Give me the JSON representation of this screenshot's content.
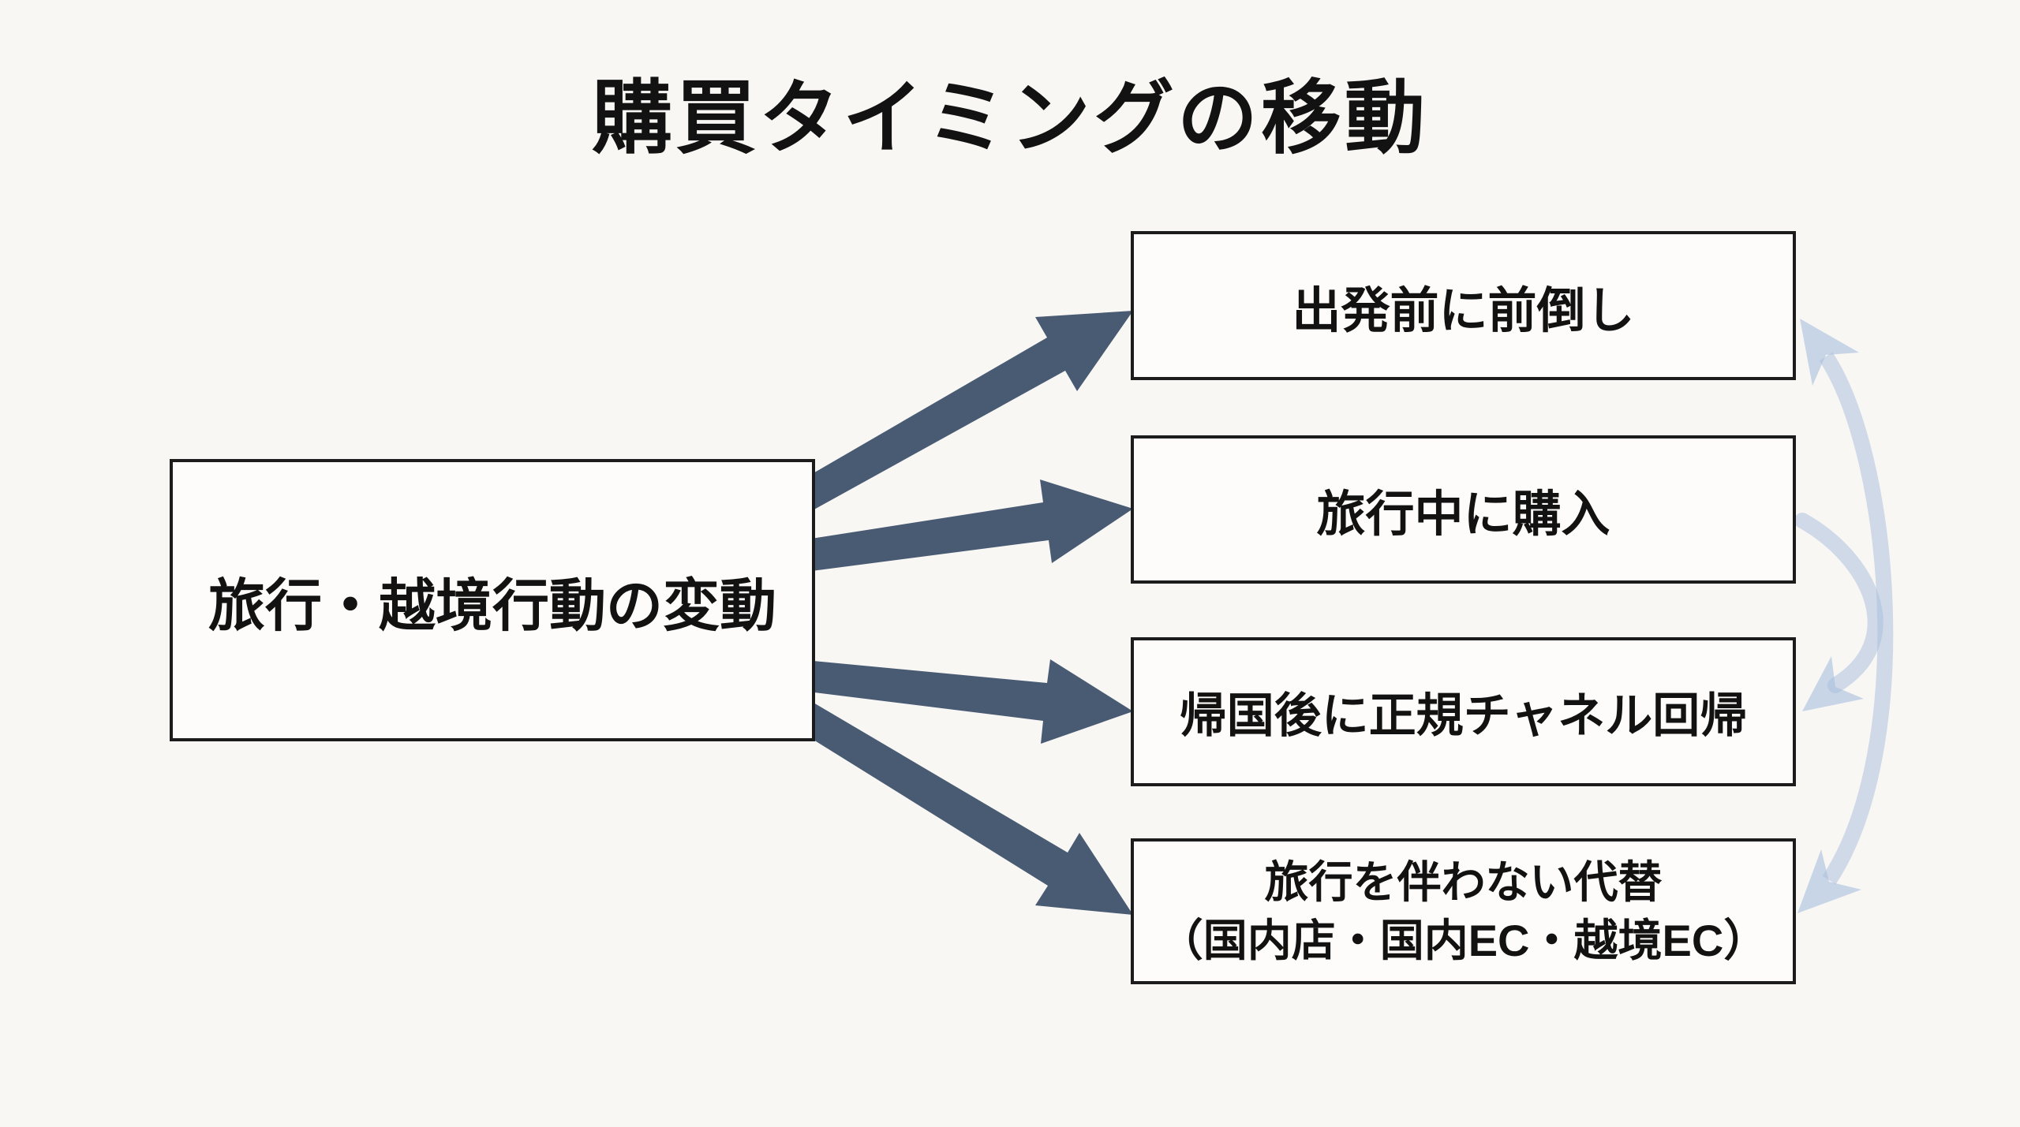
{
  "title": "購買タイミングの移動",
  "diagram_type": "flow",
  "source": {
    "label": "旅行・越境行動の変動"
  },
  "targets": [
    {
      "id": "pre-departure",
      "label": "出発前に前倒し"
    },
    {
      "id": "during-trip",
      "label": "旅行中に購入"
    },
    {
      "id": "post-return",
      "label": "帰国後に正規チャネル回帰"
    },
    {
      "id": "no-travel",
      "label": "旅行を伴わない代替",
      "label2": "（国内店・国内EC・越境EC）"
    }
  ],
  "connections": {
    "dark_arrows": [
      {
        "from": "source",
        "to": "pre-departure"
      },
      {
        "from": "source",
        "to": "during-trip"
      },
      {
        "from": "source",
        "to": "post-return"
      },
      {
        "from": "source",
        "to": "no-travel"
      }
    ],
    "light_curves": [
      {
        "from": "during-trip",
        "to": "post-return",
        "heads": "single"
      },
      {
        "from": "pre-departure",
        "to": "no-travel",
        "heads": "double"
      }
    ]
  },
  "colors": {
    "background": "#f8f7f4",
    "box_fill": "#fdfcfa",
    "box_border": "#1c1c1c",
    "dark_arrow": "#495a73",
    "light_arrow": "#a9bedd",
    "text": "#121212"
  }
}
